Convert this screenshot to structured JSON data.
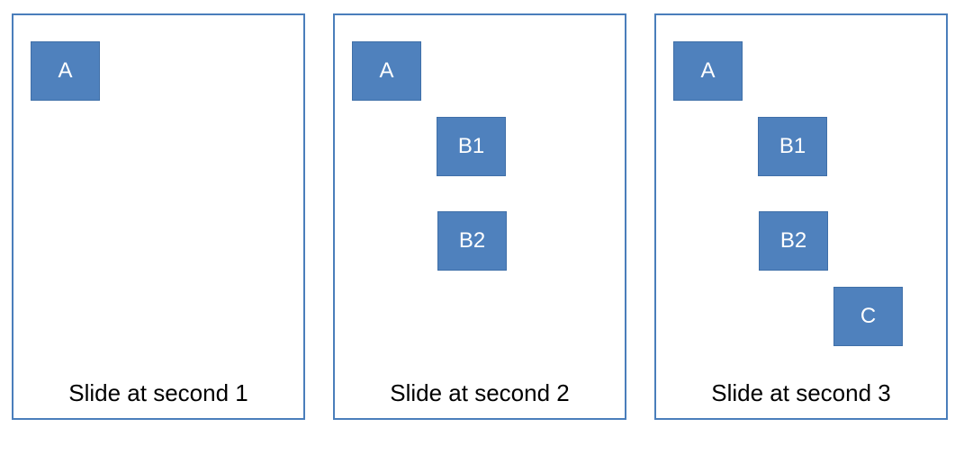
{
  "slides": [
    {
      "caption": "Slide at second 1",
      "boxes": [
        "A"
      ]
    },
    {
      "caption": "Slide at second 2",
      "boxes": [
        "A",
        "B1",
        "B2"
      ]
    },
    {
      "caption": "Slide at second 3",
      "boxes": [
        "A",
        "B1",
        "B2",
        "C"
      ]
    }
  ],
  "colors": {
    "frame_border": "#4a7ebb",
    "box_fill": "#4f81bd",
    "box_text": "#ffffff",
    "caption_text": "#000000"
  }
}
